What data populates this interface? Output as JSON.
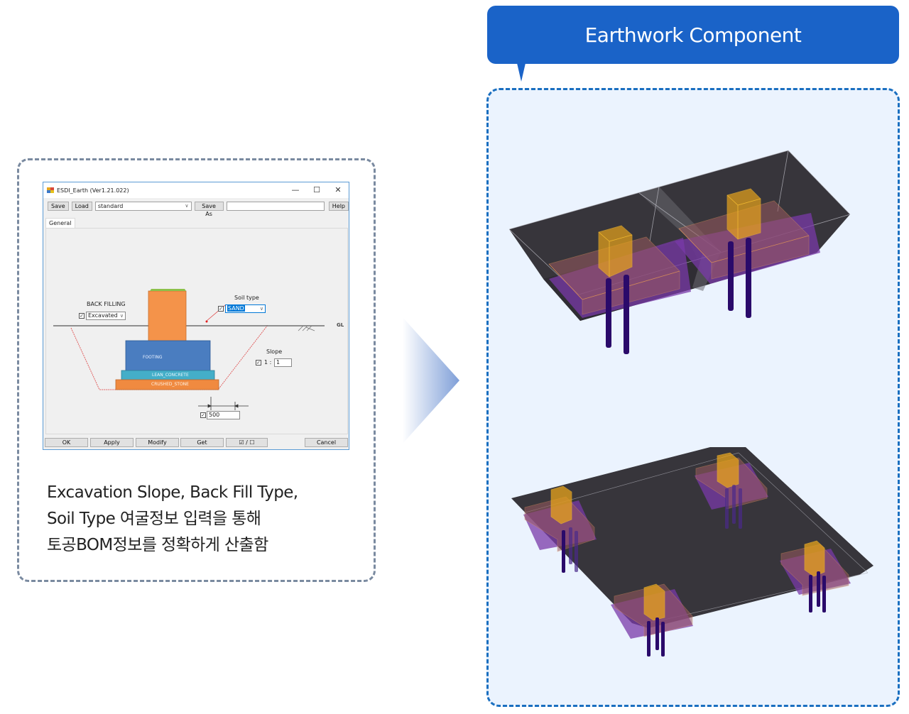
{
  "dialog": {
    "title": "ESDI_Earth (Ver1.21.022)",
    "window_controls": {
      "minimize": "—",
      "maximize": "☐",
      "close": "✕"
    },
    "toolbar": {
      "save_label": "Save",
      "load_label": "Load",
      "preset_value": "standard",
      "save_as_label": "Save As",
      "save_as_name_value": "",
      "help_label": "Help"
    },
    "tabs": [
      {
        "label": "General",
        "active": true
      }
    ],
    "diagram": {
      "back_filling_label": "BACK FILLING",
      "back_filling_checked": true,
      "back_filling_value": "Excavated",
      "soil_type_label": "Soil type",
      "soil_type_checked": true,
      "soil_type_value": "SAND",
      "gl_label": "GL",
      "slope_label": "Slope",
      "slope_checked": true,
      "slope_prefix": "1 :",
      "slope_value": "1",
      "width_checked": true,
      "width_value": "500",
      "layers": {
        "footing": "FOOTING",
        "lean_concrete": "LEAN_CONCRETE",
        "crushed_stone": "CRUSHED_STONE"
      }
    },
    "buttons": {
      "ok": "OK",
      "apply": "Apply",
      "modify": "Modify",
      "get": "Get",
      "toggle_check": "☑ / ☐",
      "cancel": "Cancel"
    }
  },
  "description": {
    "lines": [
      "Excavation Slope, Back Fill Type,",
      "Soil Type 여굴정보 입력을 통해",
      "토공BOM정보를 정확하게 산출함"
    ]
  },
  "right": {
    "header_title": "Earthwork Component",
    "models": [
      {
        "name": "two-footing-excavation",
        "footings": 2,
        "piles_per_footing": 2
      },
      {
        "name": "four-footing-excavation",
        "footings": 4,
        "piles_per_footing": 3
      }
    ]
  },
  "colors": {
    "header_blue": "#1a63c8",
    "right_panel_bg": "#ebf3fe",
    "right_dash": "#1a6fc0",
    "left_dash": "#7a8aa0",
    "pedestal_orange": "#f4934a",
    "footing_blue": "#4a7dc0",
    "lean_concrete_teal": "#44aec8",
    "crushed_stone_orange": "#f08a40",
    "excavation_dark": "#37353b",
    "column_gold": "#e8a31a",
    "pile_purple": "#2a0a6a"
  }
}
